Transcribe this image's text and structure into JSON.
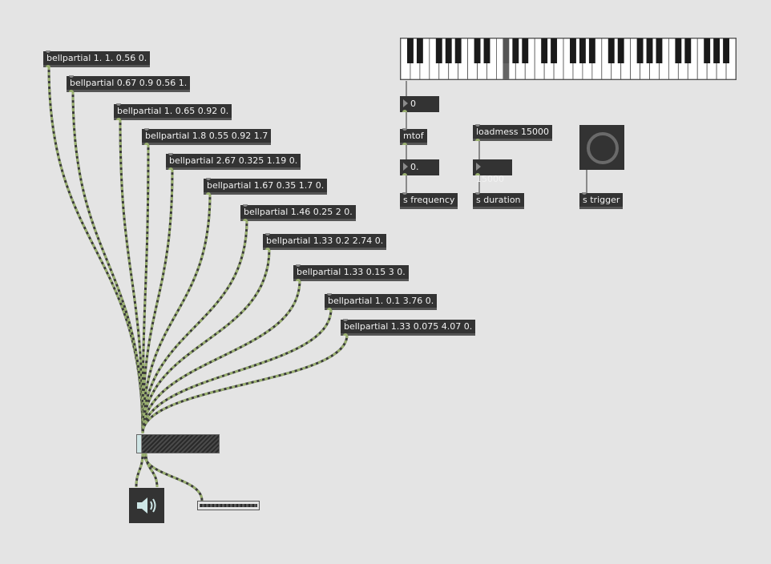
{
  "bellpartials": [
    {
      "label": "bellpartial 1. 1. 0.56 0."
    },
    {
      "label": "bellpartial 0.67 0.9 0.56 1."
    },
    {
      "label": "bellpartial 1. 0.65 0.92 0."
    },
    {
      "label": "bellpartial 1.8 0.55 0.92 1.7"
    },
    {
      "label": "bellpartial 2.67 0.325 1.19 0."
    },
    {
      "label": "bellpartial 1.67 0.35 1.7 0."
    },
    {
      "label": "bellpartial 1.46 0.25 2 0."
    },
    {
      "label": "bellpartial 1.33 0.2 2.74 0."
    },
    {
      "label": "bellpartial 1.33 0.15 3 0."
    },
    {
      "label": "bellpartial 1. 0.1 3.76 0."
    },
    {
      "label": "bellpartial 1.33 0.075 4.07 0."
    }
  ],
  "midi_number": {
    "value": "0"
  },
  "mtof": {
    "label": "mtof"
  },
  "freq_number": {
    "value": "0."
  },
  "send_frequency": {
    "label": "s frequency"
  },
  "loadmess": {
    "label": "loadmess 15000"
  },
  "duration_number": {
    "value": "15000"
  },
  "send_duration": {
    "label": "s duration"
  },
  "send_trigger": {
    "label": "s trigger"
  },
  "keyboard": {
    "highlighted_key": "F#",
    "octaves": 5
  },
  "gain_level": 0.03,
  "colors": {
    "background": "#e4e4e4",
    "object": "#333333",
    "signal_cord": "#9ab070",
    "cord": "#8a8a8a"
  },
  "icons": {
    "dac": "speaker-icon",
    "toggle": "bang-ring-icon"
  }
}
